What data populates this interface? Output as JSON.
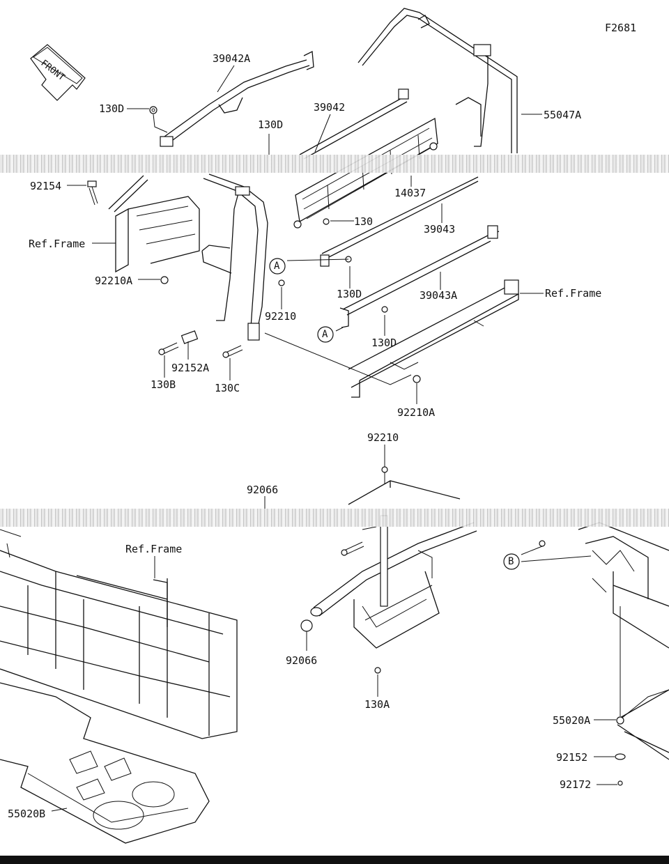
{
  "figure_code": "F2681",
  "front_badge": "FRONT",
  "labels": {
    "l39042A": "39042A",
    "l130D_1": "130D",
    "l39042": "39042",
    "l130D_2": "130D",
    "l55047A": "55047A",
    "l92154": "92154",
    "l14037": "14037",
    "l130": "130",
    "l39043": "39043",
    "l_ref_frame_1": "Ref.Frame",
    "l92210A_1": "92210A",
    "l130D_3": "130D",
    "l39043A": "39043A",
    "l_ref_frame_2": "Ref.Frame",
    "l92210_1": "92210",
    "l130D_4": "130D",
    "l92152A": "92152A",
    "l130B": "130B",
    "l130C": "130C",
    "l92210A_2": "92210A",
    "l92210_2": "92210",
    "l92066_1": "92066",
    "l_ref_frame_3": "Ref.Frame",
    "l92066_2": "92066",
    "l130A": "130A",
    "l55020A": "55020A",
    "l92152": "92152",
    "l92172": "92172",
    "l55020B": "55020B"
  },
  "callouts": {
    "a1": "A",
    "a2": "A",
    "b1": "B"
  }
}
